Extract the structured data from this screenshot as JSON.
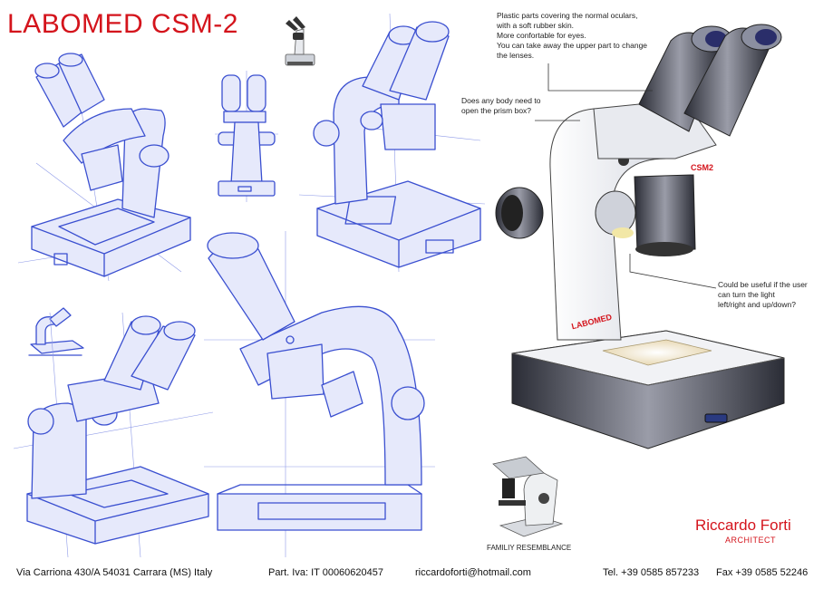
{
  "title": "LABOMED CSM-2",
  "notes": {
    "oculars": [
      "Plastic parts covering the normal oculars,",
      "with a soft rubber skin.",
      "More confortable  for eyes.",
      "You can take away the upper part to change",
      "the lenses."
    ],
    "prism": [
      "Does any body need to",
      "open the prism box?"
    ],
    "light": [
      "Could be useful if the user",
      "can turn the light",
      "left/right and up/down?"
    ]
  },
  "render_labels": {
    "model": "CSM2",
    "brand": "LABOMED"
  },
  "caption": "FAMILIY RESEMBLANCE",
  "signature": {
    "name": "Riccardo Forti",
    "role": "ARCHITECT"
  },
  "footer": {
    "address": "Via Carriona 430/A  54031 Carrara (MS) Italy",
    "vat": "Part. Iva: IT 00060620457",
    "email": "riccardoforti@hotmail.com",
    "phone": "Tel. +39 0585 857233",
    "fax": "Fax +39 0585 52246"
  },
  "colors": {
    "accent": "#d4141c",
    "sketch": "#3a4fd0"
  }
}
